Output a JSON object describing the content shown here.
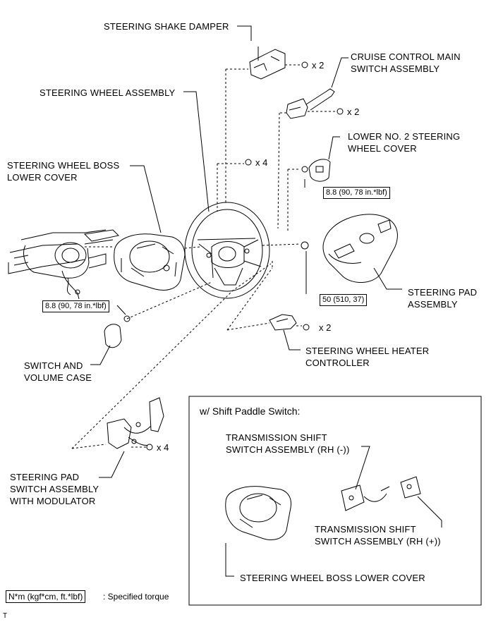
{
  "labels": {
    "steering_shake_damper": "STEERING SHAKE DAMPER",
    "cruise_control_line1": "CRUISE CONTROL MAIN",
    "cruise_control_line2": "SWITCH ASSEMBLY",
    "steering_wheel_assembly": "STEERING WHEEL ASSEMBLY",
    "lower_no2_line1": "LOWER NO. 2 STEERING",
    "lower_no2_line2": "WHEEL COVER",
    "boss_lower_line1": "STEERING WHEEL BOSS",
    "boss_lower_line2": "LOWER COVER",
    "steering_pad_line1": "STEERING PAD",
    "steering_pad_line2": "ASSEMBLY",
    "heater_line1": "STEERING WHEEL HEATER",
    "heater_line2": "CONTROLLER",
    "switch_volume_line1": "SWITCH AND",
    "switch_volume_line2": "VOLUME CASE",
    "pad_switch_line1": "STEERING PAD",
    "pad_switch_line2": "SWITCH ASSEMBLY",
    "pad_switch_line3": "WITH MODULATOR"
  },
  "quantities": {
    "shake_damper_screws": "x 2",
    "cruise_screws": "x 2",
    "cover_screws": "x 4",
    "heater_screws": "x 2",
    "pad_switch_screws": "x 4"
  },
  "torques": {
    "cover_screw": "8.8 (90, 78 in.*lbf)",
    "pad_nut": "50 (510, 37)",
    "boss_screw": "8.8 (90, 78 in.*lbf)"
  },
  "inset": {
    "title": "w/ Shift Paddle Switch:",
    "rh_minus_line1": "TRANSMISSION SHIFT",
    "rh_minus_line2": "SWITCH ASSEMBLY (RH (-))",
    "rh_plus_line1": "TRANSMISSION SHIFT",
    "rh_plus_line2": "SWITCH ASSEMBLY (RH (+))",
    "boss_cover": "STEERING WHEEL BOSS LOWER COVER"
  },
  "legend": {
    "unit_box": "N*m (kgf*cm, ft.*lbf)",
    "text": ": Specified torque"
  },
  "corner_mark": "T"
}
